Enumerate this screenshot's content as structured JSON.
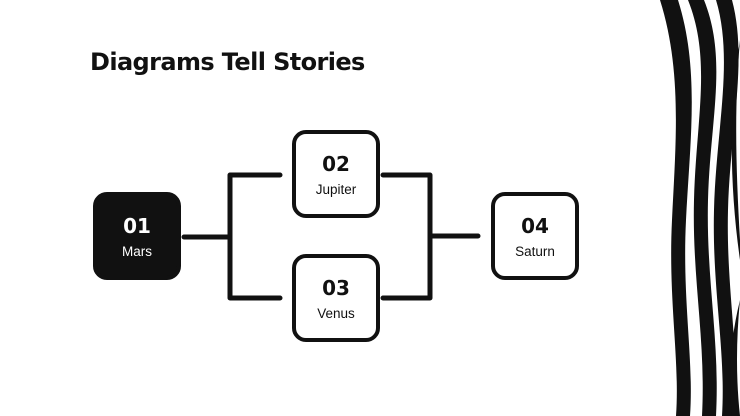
{
  "slide": {
    "title": "Diagrams Tell Stories",
    "accent_color": "#111111",
    "background_color": "#ffffff"
  },
  "diagram": {
    "nodes": [
      {
        "id": "01",
        "number": "01",
        "label": "Mars",
        "style": "filled"
      },
      {
        "id": "02",
        "number": "02",
        "label": "Jupiter",
        "style": "outline"
      },
      {
        "id": "03",
        "number": "03",
        "label": "Venus",
        "style": "outline"
      },
      {
        "id": "04",
        "number": "04",
        "label": "Saturn",
        "style": "outline"
      }
    ],
    "edges": [
      {
        "from": "01",
        "to": "02"
      },
      {
        "from": "01",
        "to": "03"
      },
      {
        "from": "02",
        "to": "04"
      },
      {
        "from": "03",
        "to": "04"
      }
    ]
  },
  "decoration": {
    "pattern": "black-white-wavy-stripes",
    "side": "right"
  }
}
